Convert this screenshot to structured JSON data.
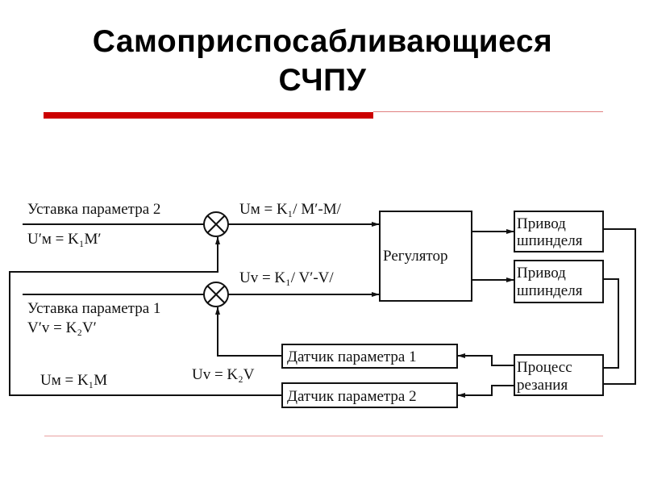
{
  "title": {
    "line1": "Самоприспосабливающиеся",
    "line2": "СЧПУ"
  },
  "diagram": {
    "setpoint2": "Уставка параметра 2",
    "setpoint2_formula": "U′м = K₁M′",
    "setpoint1": "Уставка параметра 1",
    "setpoint1_formula": "V′v = K₂V′",
    "error_m": "Uм = K₁/ M′-M/",
    "error_v": "Uv = K₁/ V′-V/",
    "feedback_m": "Uм = K₁M",
    "feedback_v": "Uv = K₂V",
    "regulator": "Регулятор",
    "drive1": [
      "Привод",
      "шпинделя"
    ],
    "drive2": [
      "Привод",
      "шпинделя"
    ],
    "process": [
      "Процесс",
      "резания"
    ],
    "sensor1": "Датчик параметра 1",
    "sensor2": "Датчик параметра 2"
  },
  "colors": {
    "accent": "#cc0000"
  }
}
